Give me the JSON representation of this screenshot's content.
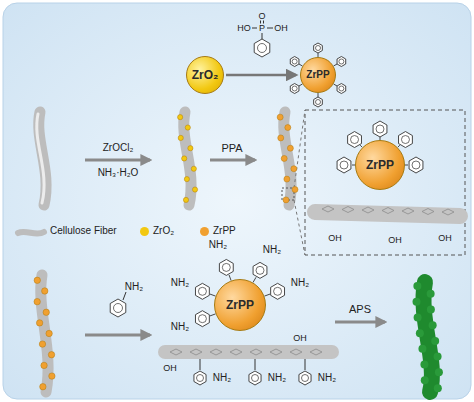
{
  "diagram": {
    "nodes": [
      {
        "text": [
          "ZrO₂"
        ]
      },
      {
        "text": [
          "ZrPP"
        ]
      },
      {
        "text": [
          "ZrPP"
        ]
      },
      {
        "text": [
          "ZrPP"
        ]
      }
    ],
    "edges": [
      {
        "from": 0,
        "to": 1,
        "arrow": "to"
      }
    ],
    "labels": [
      "O",
      "HO",
      "P",
      "OH",
      "ZrOCl₂",
      "NH₃·H₂O",
      "PPA",
      "OH",
      "OH",
      "OH",
      "NH₂",
      "NH₂",
      "NH₂",
      "NH₂",
      "NH₂",
      "NH₂",
      "NH₂",
      "NH₂",
      "NH₂",
      "OH",
      "OH",
      "APS"
    ],
    "legend": [
      {
        "text": "Cellulose Fiber"
      },
      {
        "text": "ZrO₂",
        "color": "#f2c811"
      },
      {
        "text": "ZrPP",
        "color": "#f0a030"
      }
    ]
  }
}
